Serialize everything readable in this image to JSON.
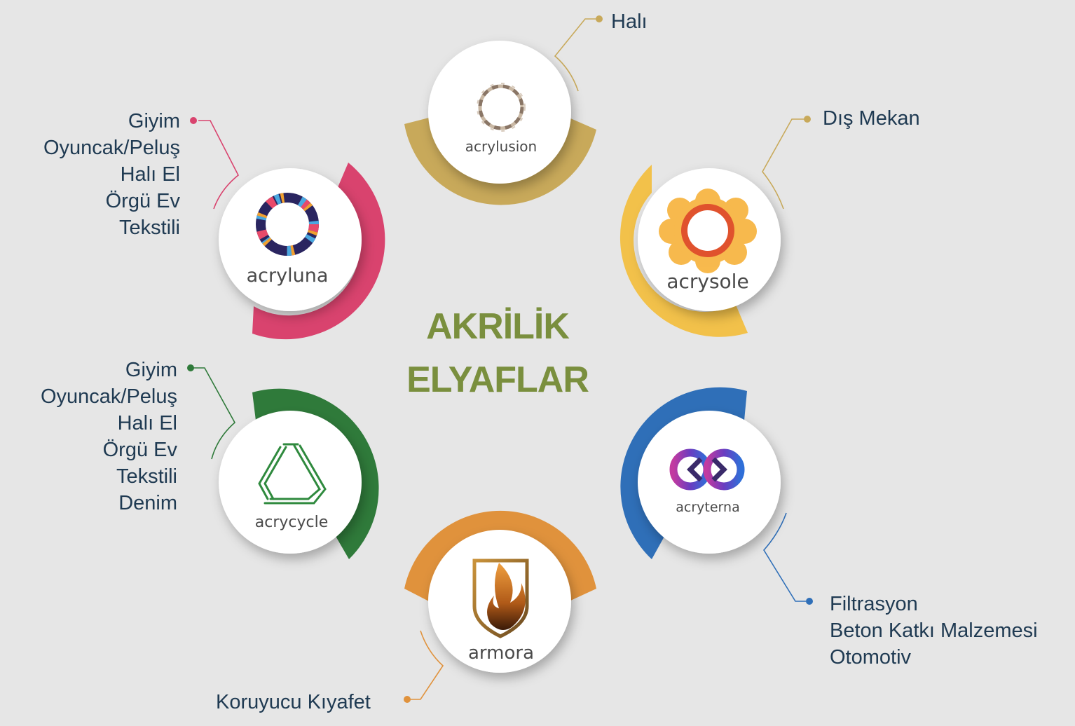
{
  "title": {
    "line1": "AKRİLİK",
    "line2": "ELYAFLAR"
  },
  "products": [
    {
      "id": "acrylusion",
      "name": "acrylusion",
      "color": "#c8a95a",
      "icon": "chain-ring-icon",
      "uses": [
        "Halı"
      ]
    },
    {
      "id": "acrysole",
      "name": "acrysole",
      "color": "#f2c14a",
      "icon": "sun-flower-icon",
      "uses": [
        "Dış Mekan"
      ]
    },
    {
      "id": "acryterna",
      "name": "acryterna",
      "color": "#2f6fb8",
      "icon": "infinity-loop-icon",
      "uses": [
        "Filtrasyon",
        "Beton Katkı Malzemesi",
        "Otomotiv"
      ]
    },
    {
      "id": "armora",
      "name": "armora",
      "color": "#e0923c",
      "icon": "flame-shield-icon",
      "uses": [
        "Koruyucu Kıyafet"
      ]
    },
    {
      "id": "acrycycle",
      "name": "acrycycle",
      "color": "#2f7a3a",
      "icon": "recycle-triangle-icon",
      "uses": [
        "Giyim",
        "Oyuncak/Peluş",
        "Halı El",
        "Örgü Ev",
        "Tekstili",
        "Denim"
      ]
    },
    {
      "id": "acryluna",
      "name": "acryluna",
      "color": "#d9436e",
      "icon": "mosaic-ring-icon",
      "uses": [
        "Giyim",
        "Oyuncak/Peluş",
        "Halı El",
        "Örgü Ev",
        "Tekstili"
      ]
    }
  ]
}
